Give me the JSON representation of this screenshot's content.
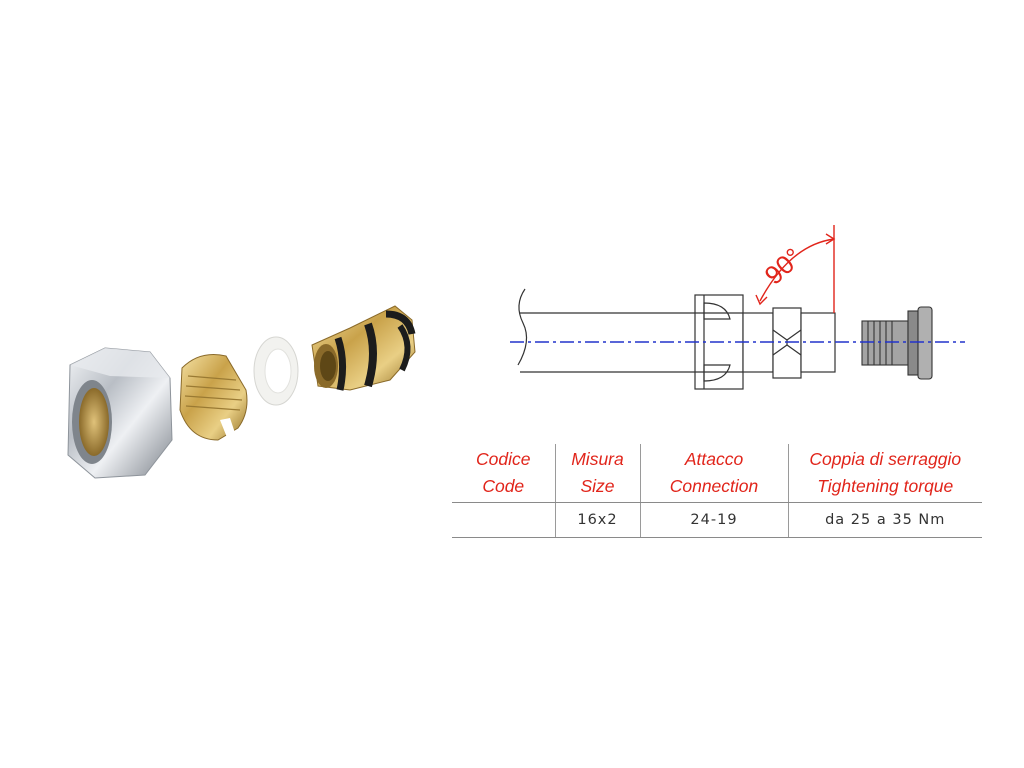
{
  "diagram": {
    "angle_label": "90°"
  },
  "table": {
    "headers": [
      {
        "line1": "Codice",
        "line2": "Code"
      },
      {
        "line1": "Misura",
        "line2": "Size"
      },
      {
        "line1": "Attacco",
        "line2": "Connection"
      },
      {
        "line1": "Coppia di serraggio",
        "line2": "Tightening torque"
      }
    ],
    "rows": [
      [
        "",
        "16x2",
        "24-19",
        "da 25 a 35 Nm"
      ]
    ]
  },
  "colors": {
    "header_text": "#e1251b",
    "dimension_line": "#e1251b",
    "axis_line": "#2233cc",
    "brass": "#c9a24a",
    "chrome": "#c8ccd2"
  }
}
